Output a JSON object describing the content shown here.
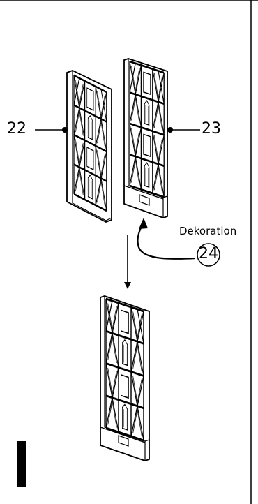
{
  "callouts": {
    "part_left": "22",
    "part_right": "23",
    "decoration_label": "Dekoration",
    "decoration_number": "24"
  }
}
